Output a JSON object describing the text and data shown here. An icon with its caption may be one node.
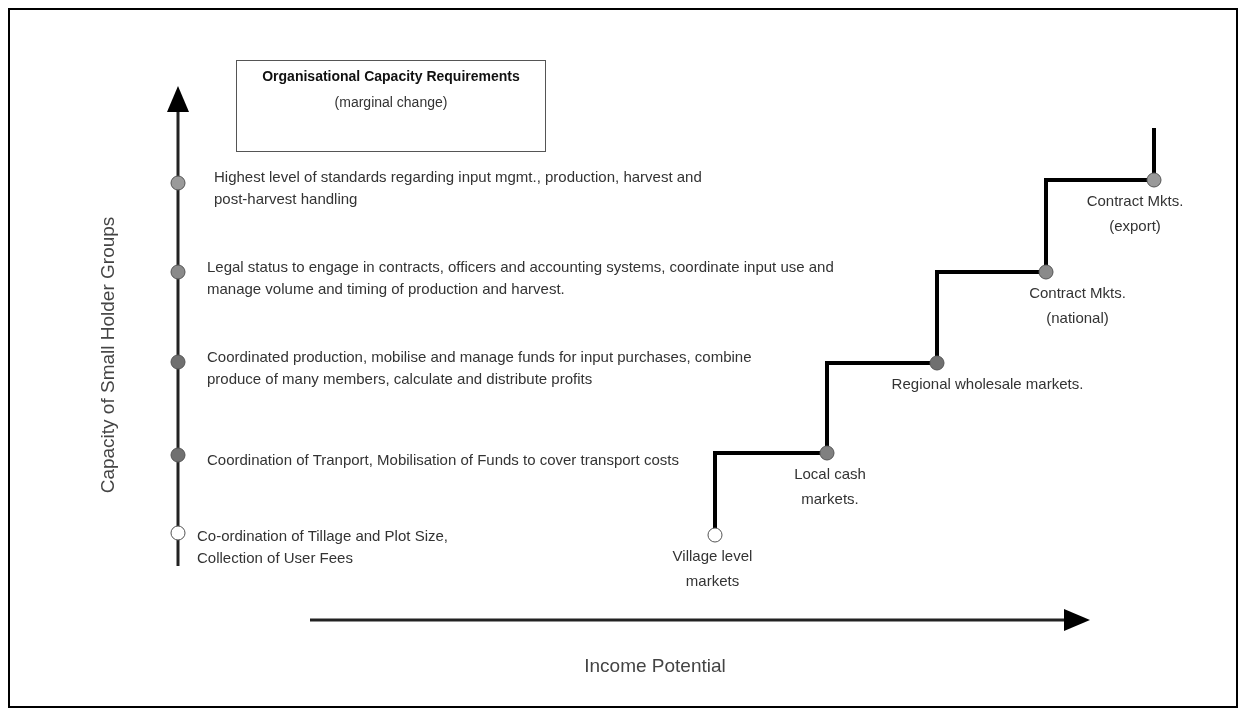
{
  "diagram": {
    "nodes": [
      {
        "text": [
          "Organisational Capacity Requirements",
          "(marginal change)"
        ]
      },
      {
        "text": [
          "Village level markets"
        ]
      },
      {
        "text": [
          "Local cash markets."
        ]
      },
      {
        "text": [
          "Regional wholesale markets."
        ]
      },
      {
        "text": [
          "Contract Mkts. (national)"
        ]
      },
      {
        "text": [
          "Contract  Mkts. (export)"
        ]
      }
    ],
    "edges": [
      {
        "from": 1,
        "to": 2,
        "arrow": "none"
      },
      {
        "from": 2,
        "to": 3,
        "arrow": "none"
      },
      {
        "from": 3,
        "to": 4,
        "arrow": "none"
      },
      {
        "from": 4,
        "to": 5,
        "arrow": "none"
      },
      {
        "from": 5,
        "to": null,
        "arrow": "none"
      }
    ],
    "labels": [
      "Highest level of standards regarding input mgmt., production, harvest and post-harvest handling",
      "Legal status to engage in contracts, officers and accounting systems, coordinate input use and manage volume and timing of production and harvest.",
      "Coordinated production, mobilise and manage funds for input purchases, combine produce of many members, calculate and distribute profits",
      "Coordination of Tranport, Mobilisation of Funds to cover transport costs",
      "Co-ordination of Tillage and Plot Size, Collection of User Fees",
      "Capacity of Small Holder Groups",
      "Income Potential"
    ]
  }
}
